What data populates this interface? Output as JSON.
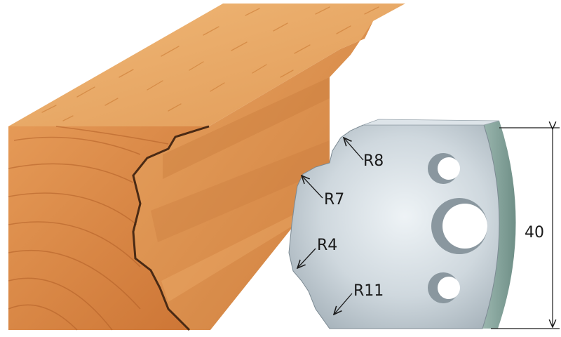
{
  "labels": {
    "r8": "R8",
    "r7": "R7",
    "r4": "R4",
    "r11": "R11",
    "height": "40"
  },
  "colors": {
    "wood_light": "#e9a867",
    "wood_mid": "#d98a45",
    "wood_dark": "#b2612b",
    "knife_face": "#c5cfd6",
    "knife_edge": "#7f9c94",
    "line": "#1a1a1a"
  }
}
